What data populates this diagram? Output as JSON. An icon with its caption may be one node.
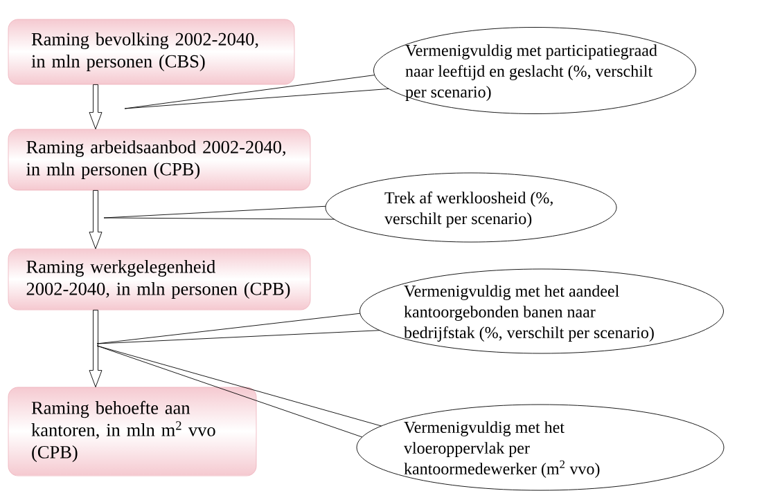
{
  "diagram": {
    "nodes": [
      {
        "text": [
          "Raming bevolking 2002-2040, in mln personen (CBS)"
        ]
      },
      {
        "text": [
          "Raming arbeidsaanbod 2002-2040, in mln personen (CPB)"
        ]
      },
      {
        "text": [
          "Raming werkgelegenheid 2002-2040, in mln personen (CPB)"
        ]
      },
      {
        "text": [
          "Raming behoefte aan kantoren, in mln m$^{2}$ vvo (CPB)"
        ]
      },
      {
        "text": [
          "Vermenigvuldig met participatiegraad naar leeftijd en geslacht (%, verschilt per scenario)"
        ]
      },
      {
        "text": [
          "Trek af werkloosheid (%, verschilt per scenario)"
        ]
      },
      {
        "text": [
          "Vermenigvuldig met het aandeel kantoorgebonden banen naar bedrijfstak (%, verschilt per scenario)"
        ]
      },
      {
        "text": [
          "Vermenigvuldig met het vloeroppervlak per kantoormedewerker (m$^{2}$ vvo)"
        ]
      }
    ],
    "edges": [
      {
        "from": 0,
        "to": 1,
        "arrow": "to"
      },
      {
        "from": 1,
        "to": 2,
        "arrow": "to"
      },
      {
        "from": 2,
        "to": 3,
        "arrow": "to"
      },
      {
        "from": 4,
        "to": null,
        "arrow": "none"
      },
      {
        "from": 5,
        "to": null,
        "arrow": "none"
      },
      {
        "from": 6,
        "to": null,
        "arrow": "none"
      },
      {
        "from": 7,
        "to": null,
        "arrow": "none"
      }
    ]
  }
}
